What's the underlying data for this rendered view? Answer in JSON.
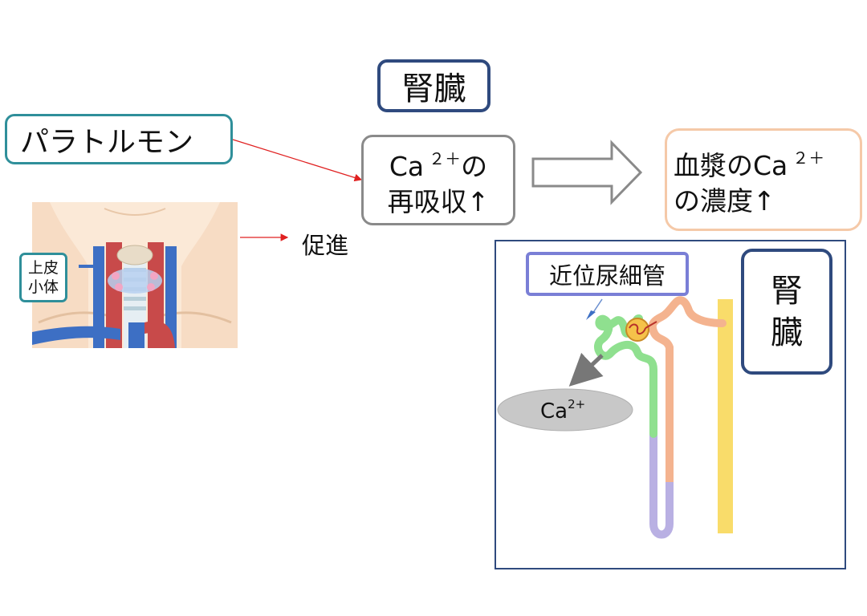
{
  "kidney_title": "腎臓",
  "pth": "パラトルモン",
  "promote": "促進",
  "parathyroid_label": {
    "line1": "上皮",
    "line2": "小体"
  },
  "reabsorption": {
    "ca": "Ca",
    "charge": "２＋",
    "suffix": "の",
    "line2": "再吸収↑"
  },
  "plasma": {
    "prefix": "血漿のCa",
    "charge": "２＋",
    "line2": "の濃度↑"
  },
  "kidney_panel": {
    "pct_label": "近位尿細管",
    "kidney_label_line1": "腎",
    "kidney_label_line2": "臓",
    "ca_ion": {
      "base": "Ca",
      "charge": "2+"
    }
  },
  "colors": {
    "pth_border": "#2f8f9a",
    "kidney_border": "#2f4a7e",
    "reabsorption_border": "#8a8a8a",
    "plasma_border": "#f5c9a8",
    "pct_border": "#7a7fd6",
    "arrow_red": "#e02020",
    "proximal_tubule": "#8fe08f",
    "loop_of_henle": "#b9b0e3",
    "distal_tubule": "#f4b38f",
    "collecting_duct": "#f9dc6a"
  }
}
